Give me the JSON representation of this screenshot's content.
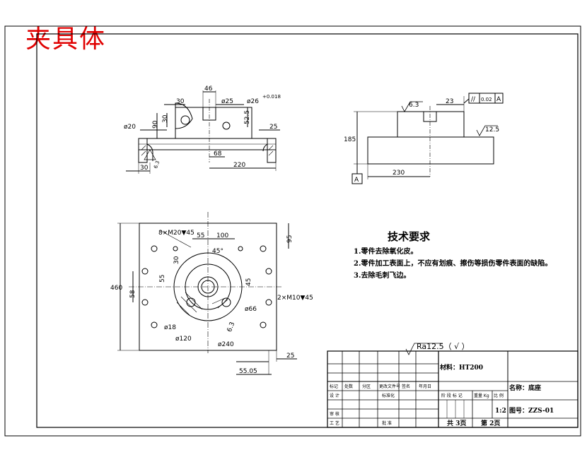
{
  "title": "夹具体",
  "colors": {
    "title": "#e00000",
    "line": "#000000"
  },
  "front_view_dims": {
    "d46": "46",
    "d30": "30",
    "d25": "ø25",
    "d26tol": "ø26",
    "tol": "+0.018",
    "d20": "ø20",
    "d90": "90",
    "d30v": "30",
    "d525": "52.5",
    "d25r": "25",
    "d68": "68",
    "d220": "220",
    "d30b": "30",
    "d63": "6.3"
  },
  "side_view_dims": {
    "rough": "6.3",
    "d23": "23",
    "gtol_sym": "//",
    "gtol_val": "0.02",
    "gtol_ref": "A",
    "d125": "12.5",
    "d185": "185",
    "d230": "230",
    "datum": "A"
  },
  "top_view_dims": {
    "holes8": "8×M20▼45",
    "d55": "55",
    "d100": "100",
    "d30": "30",
    "d45deg": "45°",
    "d95": "95",
    "d460": "460",
    "d58": "58",
    "d55v": "55",
    "d45": "45",
    "holes2": "2×M10▼45",
    "d66": "ø66",
    "d18": "ø18",
    "d120": "ø120",
    "d63": "6.3",
    "d240": "ø240",
    "d5505": "55.05",
    "d25": "25"
  },
  "requirements": {
    "heading": "技术要求",
    "items": [
      "1.零件去除氧化皮。",
      "2.零件加工表面上，不应有划痕、擦伤等损伤零件表面的缺陷。",
      "3.去除毛刺飞边。"
    ]
  },
  "general_roughness": "Ra12.5（ √ ）",
  "title_block": {
    "material": "材料：HT200",
    "name": "名称：底座",
    "drawing_no": "图号：ZZS-01",
    "scale": "1:2",
    "sheets_total": "共 3页",
    "sheet_no": "第 2页",
    "row_labels": [
      "标记",
      "设 计",
      "审 核",
      "工 艺"
    ],
    "header_cells": [
      "处数",
      "分区",
      "更改文件号",
      "签名",
      "年月日"
    ],
    "std_label": "标准化",
    "approve_label": "批 准",
    "stage_labels": "阶 段 标 记",
    "weight_label": "重量 Kg",
    "ratio_label": "比 例"
  }
}
